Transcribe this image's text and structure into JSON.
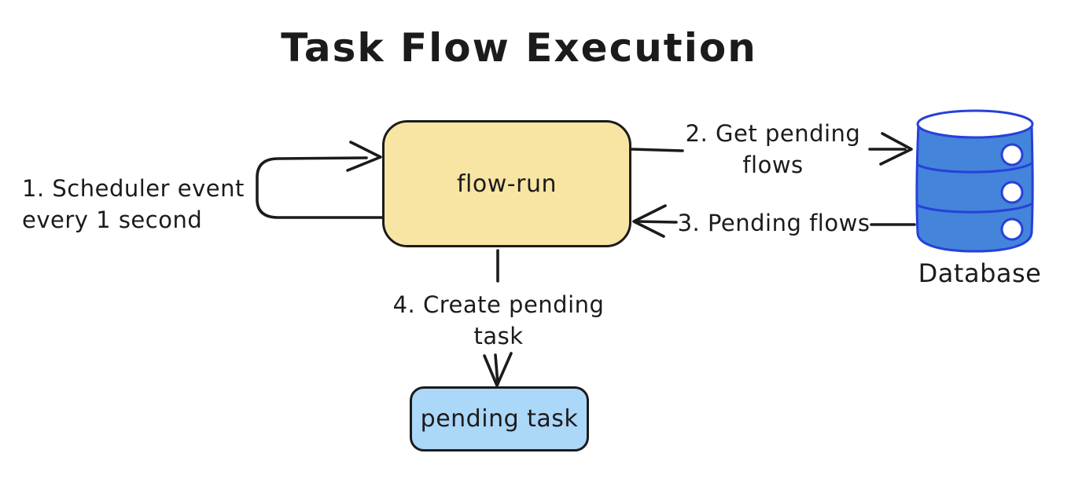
{
  "title": "Task Flow Execution",
  "colors": {
    "ink": "#1b1b1b",
    "flow_run_fill": "#F8E5A3",
    "pending_task_fill": "#ABD7F8",
    "database_fill": "#4484DB",
    "database_stroke": "#2641D8"
  },
  "nodes": {
    "flow_run": {
      "label": "flow-run"
    },
    "pending_task": {
      "label": "pending task"
    },
    "database": {
      "label": "Database"
    }
  },
  "edges": {
    "scheduler": {
      "label": "1. Scheduler event\nevery 1 second"
    },
    "get_pending_flows": {
      "label": "2. Get pending\nflows"
    },
    "pending_flows": {
      "label": "3. Pending flows"
    },
    "create_pending_task": {
      "label": "4. Create pending\ntask"
    }
  }
}
